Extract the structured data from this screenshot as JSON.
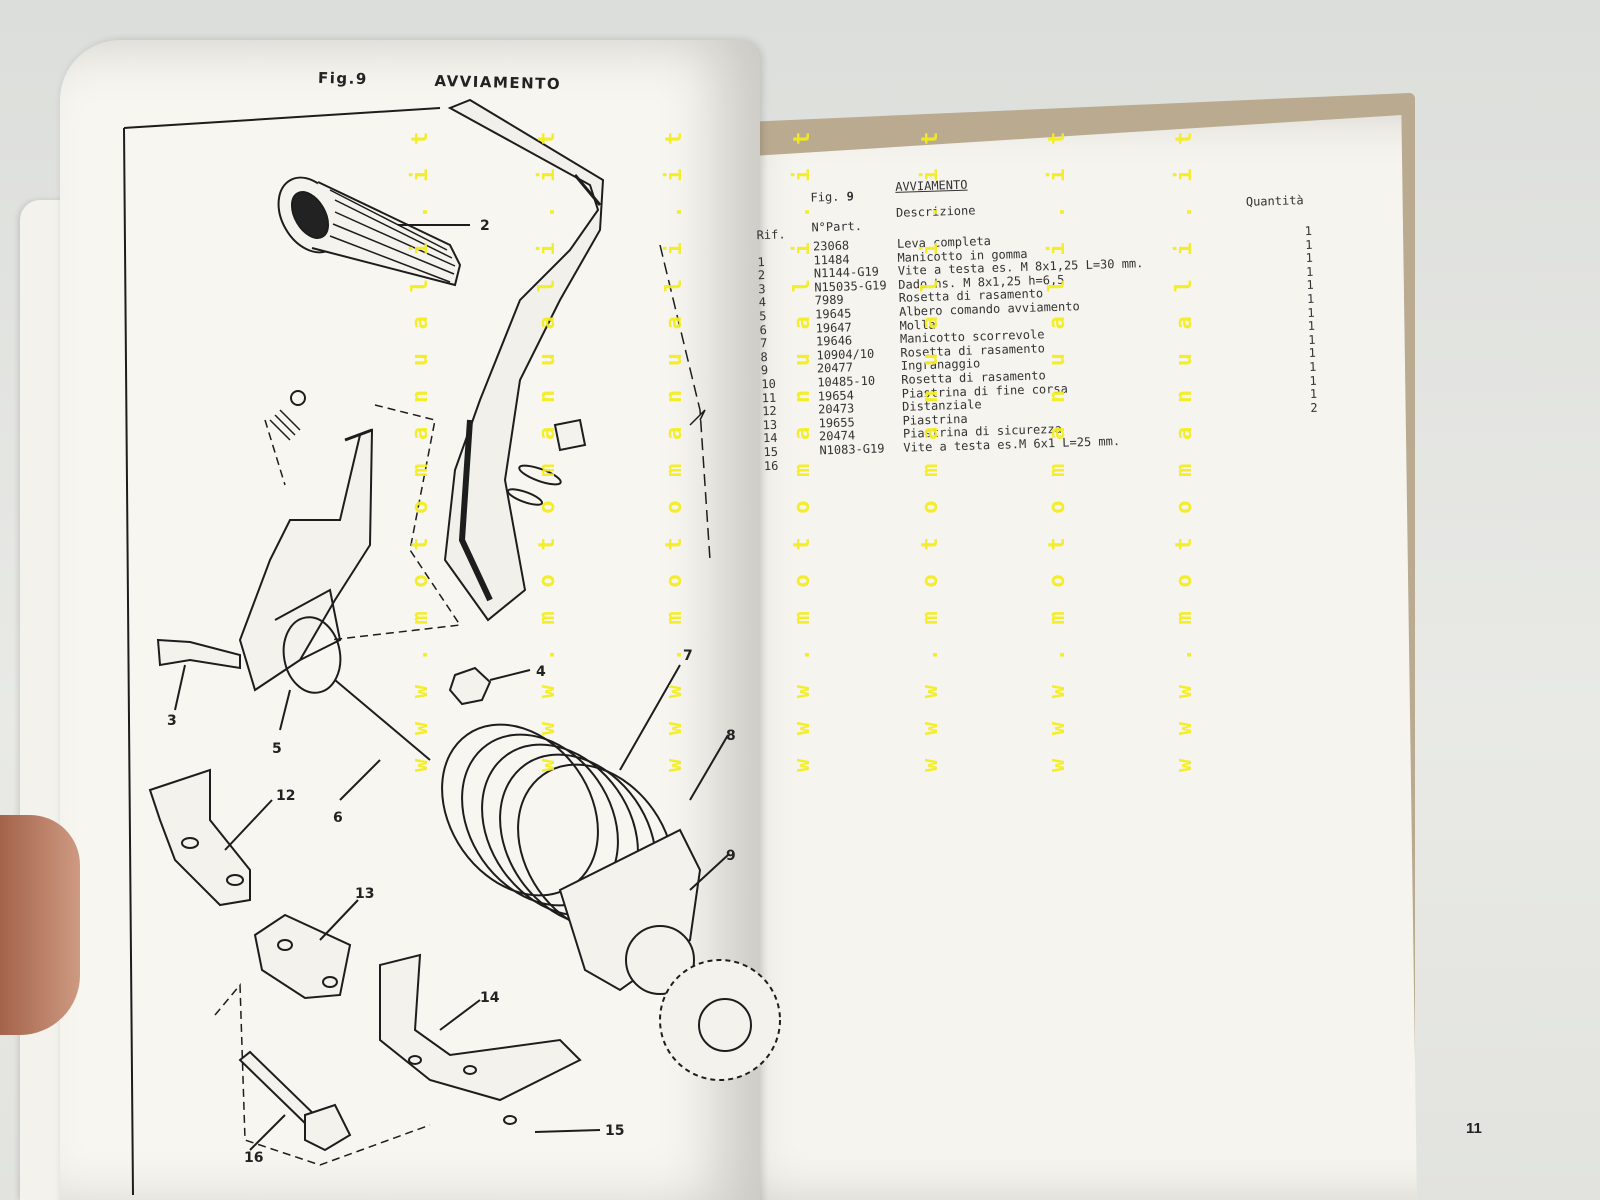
{
  "left_page": {
    "figure_label": "Fig.9",
    "figure_title": "AVVIAMENTO",
    "callouts": [
      "2",
      "3",
      "4",
      "5",
      "6",
      "7",
      "8",
      "9",
      "12",
      "13",
      "14",
      "15",
      "16"
    ]
  },
  "right_page": {
    "figure_label": "Fig.",
    "figure_number": "9",
    "title": "AVVIAMENTO",
    "headers": {
      "rif": "Rif.",
      "part": "N°Part.",
      "desc": "Descrizione",
      "qty": "Quantità"
    },
    "rows": [
      {
        "rif": "",
        "part": "23068",
        "desc": "Leva completa",
        "qty": "1"
      },
      {
        "rif": "1",
        "part": "11484",
        "desc": "Manicotto in gomma",
        "qty": "1"
      },
      {
        "rif": "2",
        "part": "N1144-G19",
        "desc": "Vite a testa es. M 8x1,25  L=30 mm.",
        "qty": "1"
      },
      {
        "rif": "3",
        "part": "N15035-G19",
        "desc": "Dado hs. M 8x1,25  h=6,5",
        "qty": "1"
      },
      {
        "rif": "4",
        "part": "7989",
        "desc": "Rosetta di rasamento",
        "qty": "1"
      },
      {
        "rif": "5",
        "part": "19645",
        "desc": "Albero comando avviamento",
        "qty": "1"
      },
      {
        "rif": "6",
        "part": "19647",
        "desc": "Molla",
        "qty": "1"
      },
      {
        "rif": "7",
        "part": "19646",
        "desc": "Manicotto scorrevole",
        "qty": "1"
      },
      {
        "rif": "8",
        "part": "10904/10",
        "desc": "Rosetta di rasamento",
        "qty": "1"
      },
      {
        "rif": "9",
        "part": "20477",
        "desc": "Ingranaggio",
        "qty": "1"
      },
      {
        "rif": "10",
        "part": "10485-10",
        "desc": "Rosetta di rasamento",
        "qty": "1"
      },
      {
        "rif": "11",
        "part": "19654",
        "desc": "Piastrina di fine corsa",
        "qty": "1"
      },
      {
        "rif": "12",
        "part": "20473",
        "desc": "Distanziale",
        "qty": "1"
      },
      {
        "rif": "13",
        "part": "19655",
        "desc": "Piastrina",
        "qty": "2"
      },
      {
        "rif": "14",
        "part": "20474",
        "desc": "Piastrina di sicurezza",
        "qty": ""
      },
      {
        "rif": "15",
        "part": "N1083-G19",
        "desc": "Vite a testa es.M 6x1 L=25 mm.",
        "qty": ""
      },
      {
        "rif": "16",
        "part": "",
        "desc": "",
        "qty": ""
      }
    ],
    "page_number": "11"
  },
  "watermark": "w w w . m o t o m a n u a l i . i t",
  "colors": {
    "paper": "#f5f4ee",
    "ink": "#222222",
    "watermark": "#f4ee1a"
  }
}
